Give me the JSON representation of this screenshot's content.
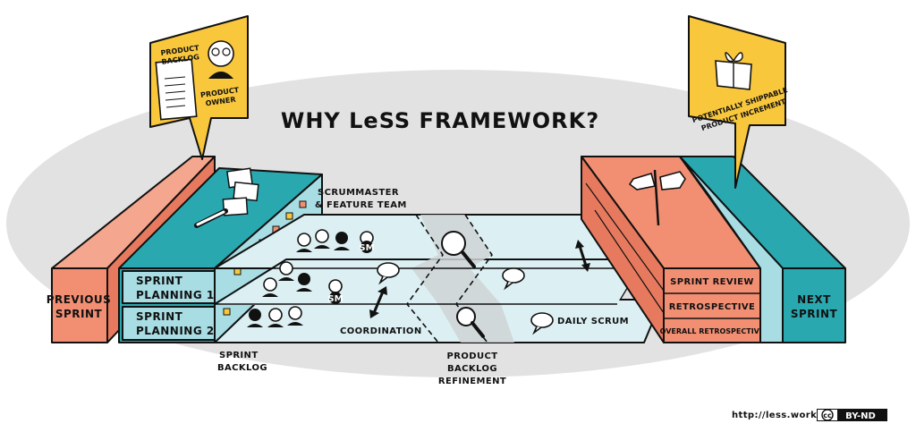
{
  "title": "WHY LeSS FRAMEWORK?",
  "callout_left": {
    "product_backlog": [
      "PRODUCT",
      "BACKLOG"
    ],
    "product_owner": [
      "PRODUCT",
      "OWNER"
    ]
  },
  "callout_right": {
    "increment": [
      "POTENTIALLY SHIPPABLE",
      "PRODUCT INCREMENT"
    ]
  },
  "previous_sprint": [
    "PREVIOUS",
    "SPRINT"
  ],
  "next_sprint": [
    "NEXT",
    "SPRINT"
  ],
  "sprint_planning_1": [
    "SPRINT",
    "PLANNING 1"
  ],
  "sprint_planning_2": [
    "SPRINT",
    "PLANNING 2"
  ],
  "scrummaster_team": [
    "SCRUMMASTER",
    "& FEATURE TEAM"
  ],
  "sm_badge": "SM",
  "coordination": "COORDINATION",
  "daily_scrum": "DAILY SCRUM",
  "sprint_backlog": [
    "SPRINT",
    "BACKLOG"
  ],
  "refinement": [
    "PRODUCT",
    "BACKLOG",
    "REFINEMENT"
  ],
  "sprint_review": "SPRINT REVIEW",
  "retrospective": "RETROSPECTIVE",
  "overall_retrospective": "OVERALL RETROSPECTIVE",
  "url": "http://less.works",
  "license": {
    "cc": "cc",
    "label": "BY-ND"
  },
  "colors": {
    "salmon": "#f28f73",
    "teal": "#2aa8b0",
    "light_teal": "#a8dde3",
    "lane_blue": "#dcf0f4",
    "gray_ellipse": "#e2e2e2",
    "yellow": "#f9c73c"
  }
}
